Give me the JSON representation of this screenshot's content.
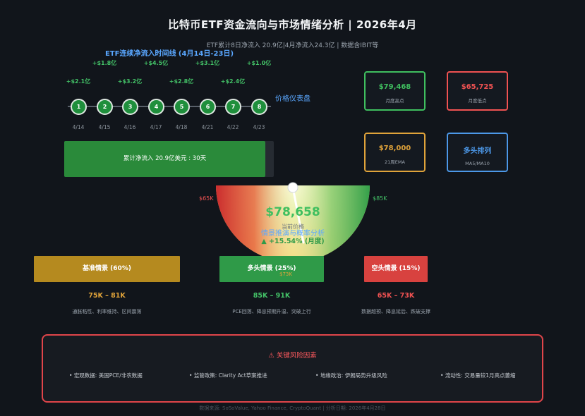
{
  "header": {
    "title": "比特币ETF资金流向与市场情绪分析 | 2026年4月",
    "subtitle": "ETF累计8日净流入 20.9亿|4月净流入24.3亿 | 数据含IBIT等"
  },
  "timeline": {
    "title": "ETF连续净流入时间线 (4月14日-23日)",
    "nodes": [
      {
        "num": "1",
        "date": "4/14",
        "flow": "+$2.1亿"
      },
      {
        "num": "2",
        "date": "4/15",
        "flow": "+$1.8亿"
      },
      {
        "num": "3",
        "date": "4/16",
        "flow": "+$3.2亿"
      },
      {
        "num": "4",
        "date": "4/17",
        "flow": "+$4.5亿"
      },
      {
        "num": "5",
        "date": "4/18",
        "flow": "+$2.8亿"
      },
      {
        "num": "6",
        "date": "4/21",
        "flow": "+$3.1亿"
      },
      {
        "num": "7",
        "date": "4/22",
        "flow": "+$2.4亿"
      },
      {
        "num": "8",
        "date": "4/23",
        "flow": "+$1.0亿"
      }
    ],
    "summary_text": "累计净流入 20.9亿美元 : 30天",
    "summary_progress": 0.96
  },
  "price_dashboard": {
    "label": "价格仪表盘",
    "cards": [
      {
        "value": "$79,468",
        "sub": "月度高点",
        "color": "#3fbf5f"
      },
      {
        "value": "$65,725",
        "sub": "月度低点",
        "color": "#f05252"
      },
      {
        "value": "$78,000",
        "sub": "21周EMA",
        "color": "#e0a33a"
      },
      {
        "value": "多头排列",
        "sub": "MA5/MA10",
        "color": "#4c98e8"
      }
    ]
  },
  "gauge": {
    "low_label": "$65K",
    "high_label": "$85K",
    "price": "$78,658",
    "price_caption": "当前价格",
    "overlay_title": "情景推演与概率分析",
    "change": "▲ +15.54% (月度)",
    "fraction": 0.65
  },
  "scenarios": [
    {
      "label": "基准情景 (60%)",
      "range": "75K – 81K",
      "note": "通胀粘性、利率维持、区间震荡",
      "color": "#b58a1f",
      "text_color": "#e0a33a"
    },
    {
      "label": "多头情景 (25%)",
      "range": "85K – 91K",
      "note": "PCE回落、降息预期升温、突破上行",
      "color": "#2f9a48",
      "text_color": "#43c167",
      "extra": "$73K"
    },
    {
      "label": "空头情景 (15%)",
      "range": "65K – 73K",
      "note": "数据超预、降息延后、跌破支撑",
      "color": "#d8423f",
      "text_color": "#f05252"
    }
  ],
  "risk": {
    "title": "⚠ 关键风险因素",
    "items": [
      "宏观数据: 美国PCE/非农数据",
      "监管政策: Clarity Act草案推进",
      "地缘政治: 伊朗局势升级风险",
      "流动性: 交易量较1月高点萎缩"
    ]
  },
  "footer": {
    "text": "数据来源: SoSoValue, Yahoo Finance, CryptoQuant | 分析日期: 2026年4月28日"
  }
}
